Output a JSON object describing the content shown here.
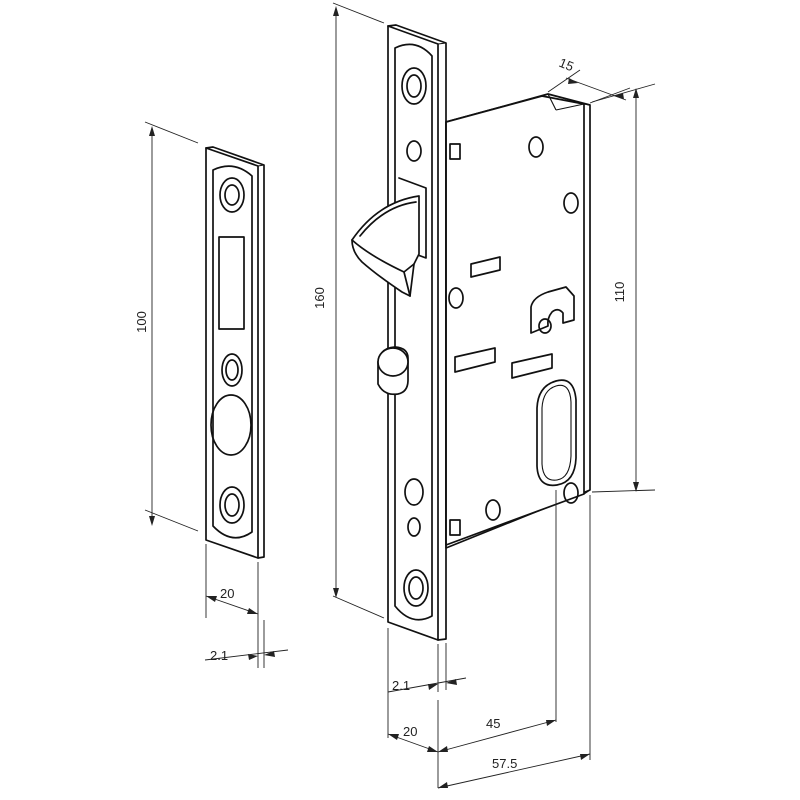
{
  "dimensions": {
    "strike_height": "100",
    "strike_width": "20",
    "strike_thickness": "2.1",
    "faceplate_height": "160",
    "case_height": "110",
    "case_depth_offset": "15",
    "faceplate_thickness": "2.1",
    "faceplate_width": "20",
    "backset": "45",
    "total_depth": "57.5"
  },
  "colors": {
    "line": "#111111",
    "background": "#ffffff"
  }
}
